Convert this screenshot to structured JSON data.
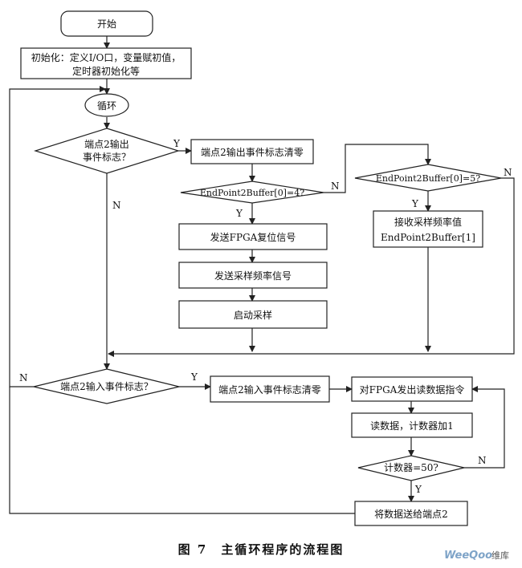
{
  "nodes": {
    "start": "开始",
    "init_line1": "初始化：定义I/O口，变量赋初值，",
    "init_line2": "定时器初始化等",
    "loop": "循环",
    "d_ep2out_l1": "端点2输出",
    "d_ep2out_l2": "事件标志？",
    "clear_out": "端点2输出事件标志清零",
    "d_eq4": "EndPoint2Buffer[0]=4?",
    "reset_fpga": "发送FPGA复位信号",
    "send_rate": "发送采样频率信号",
    "start_sample": "启动采样",
    "d_eq5": "EndPoint2Buffer[0]=5?",
    "recv_l1": "接收采样频率值",
    "recv_l2": "EndPoint2Buffer[1]",
    "d_ep2in": "端点2输入事件标志？",
    "clear_in": "端点2输入事件标志清零",
    "read_cmd": "对FPGA发出读数据指令",
    "read_data": "读数据，计数器加1",
    "d_cnt": "计数器=50?",
    "send_ep2": "将数据送给端点2"
  },
  "labels": {
    "y": "Y",
    "n": "N"
  },
  "caption": "图 7　主循环程序的流程图",
  "watermark": {
    "brand": "WeeQoo",
    "suffix": "维库"
  },
  "colors": {
    "line": "#222222",
    "watermark": "#7fa4c8"
  }
}
